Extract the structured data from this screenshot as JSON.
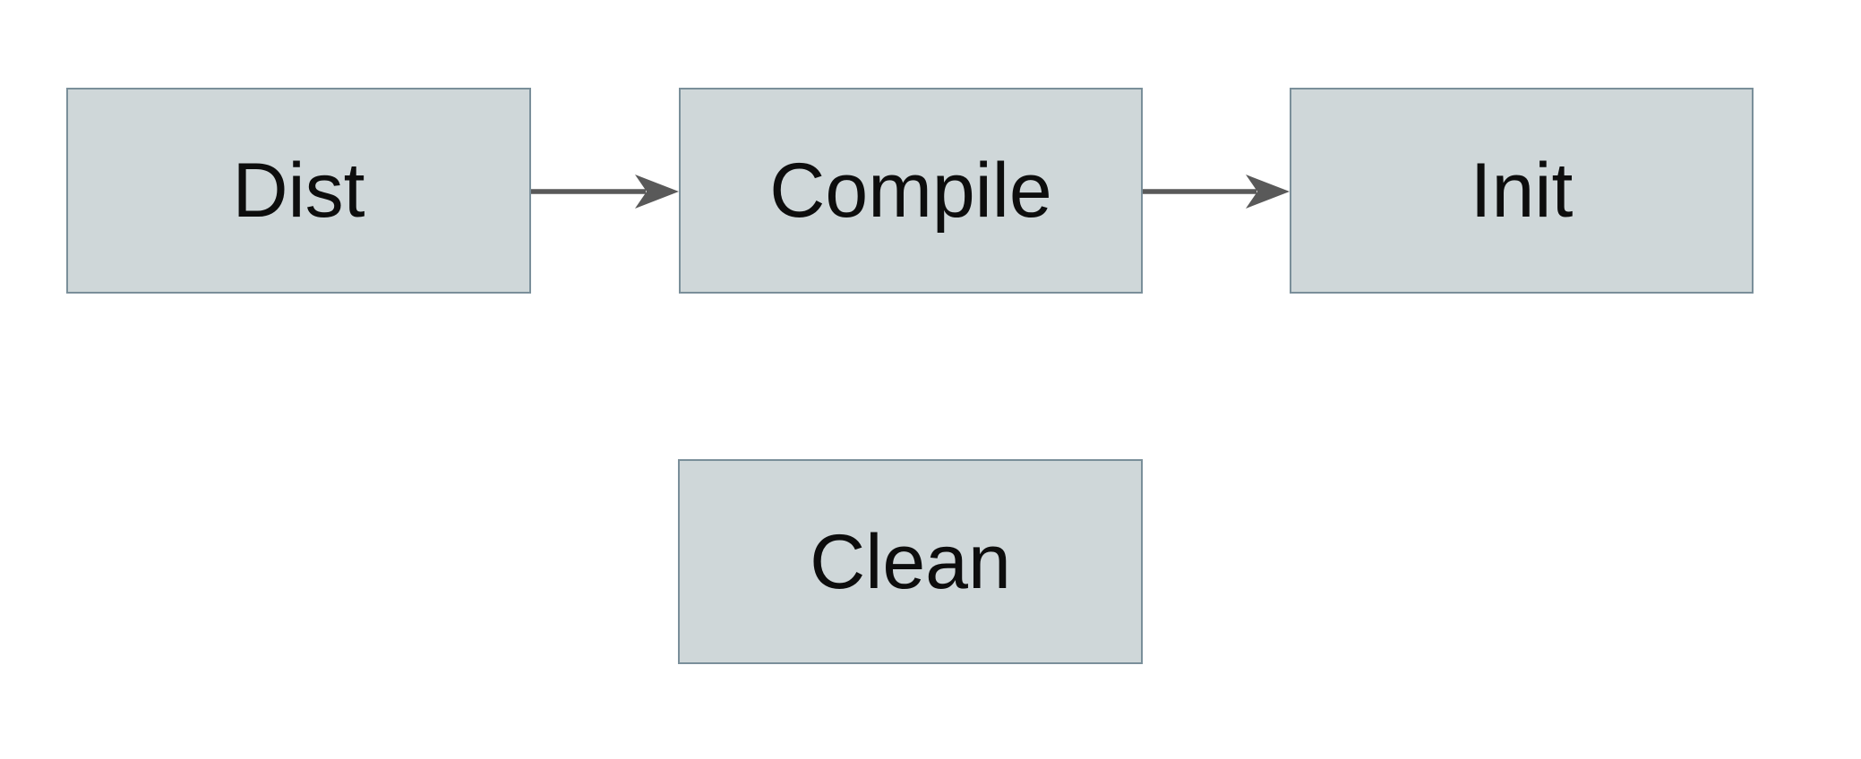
{
  "diagram": {
    "type": "flowchart",
    "background": "#ffffff",
    "node_fill": "#cfd7d9",
    "node_border": "#7a8f9a",
    "arrow_color": "#595959",
    "text_color": "#0d0d0d",
    "nodes": [
      {
        "id": "dist",
        "label": "Dist"
      },
      {
        "id": "compile",
        "label": "Compile"
      },
      {
        "id": "init",
        "label": "Init"
      },
      {
        "id": "clean",
        "label": "Clean"
      }
    ],
    "edges": [
      {
        "from": "Dist",
        "to": "Compile"
      },
      {
        "from": "Compile",
        "to": "Init"
      }
    ]
  }
}
